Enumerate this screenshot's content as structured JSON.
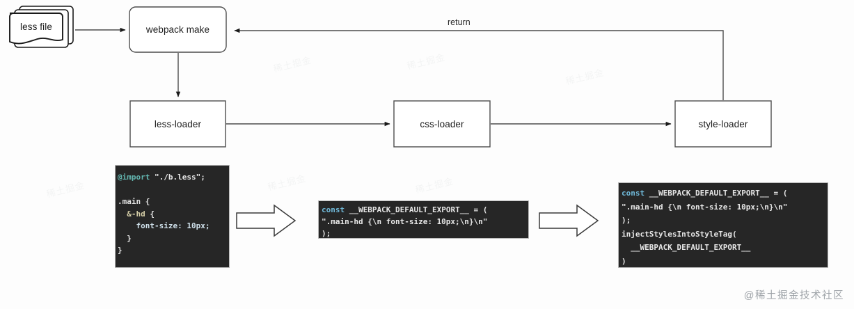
{
  "diagram": {
    "title": "webpack less loader chain",
    "background_color": "#fdfdfd",
    "stroke_color": "#4d4d4d",
    "nodes": [
      {
        "id": "less-file",
        "label": "less file",
        "shape": "multi-document"
      },
      {
        "id": "webpack-make",
        "label": "webpack make",
        "shape": "rounded-rect"
      },
      {
        "id": "less-loader",
        "label": "less-loader",
        "shape": "rect"
      },
      {
        "id": "css-loader",
        "label": "css-loader",
        "shape": "rect"
      },
      {
        "id": "style-loader",
        "label": "style-loader",
        "shape": "rect"
      }
    ],
    "edges": [
      {
        "from": "less-file",
        "to": "webpack-make",
        "label": ""
      },
      {
        "from": "webpack-make",
        "to": "less-loader",
        "label": ""
      },
      {
        "from": "less-loader",
        "to": "css-loader",
        "label": ""
      },
      {
        "from": "css-loader",
        "to": "style-loader",
        "label": ""
      },
      {
        "from": "style-loader",
        "to": "webpack-make",
        "label": "return"
      }
    ],
    "edge_labels": {
      "return": "return"
    },
    "block_arrows": [
      {
        "id": "arrow-less-to-css",
        "direction": "right"
      },
      {
        "id": "arrow-css-to-style",
        "direction": "right"
      }
    ]
  },
  "code_blocks": {
    "less_source": {
      "name": "less-source",
      "background": "#262626",
      "lines": [
        "@import \"./b.less\";",
        "",
        ".main {",
        "  &-hd {",
        "    font-size: 10px;",
        "  }",
        "}"
      ]
    },
    "css_loader_output": {
      "name": "css-loader-output",
      "background": "#262626",
      "lines": [
        "const __WEBPACK_DEFAULT_EXPORT__ = (",
        "\".main-hd {\\n font-size: 10px;\\n}\\n\"",
        ");"
      ]
    },
    "style_loader_output": {
      "name": "style-loader-output",
      "background": "#262626",
      "lines": [
        "const __WEBPACK_DEFAULT_EXPORT__ = (",
        "\".main-hd {\\n font-size: 10px;\\n}\\n\"",
        ");",
        "injectStylesIntoStyleTag(",
        "  __WEBPACK_DEFAULT_EXPORT__",
        ")"
      ]
    }
  },
  "watermarks": {
    "corner": "@稀土掘金技术社区",
    "background": [
      "稀土掘金",
      "稀土掘金",
      "稀土掘金",
      "稀土掘金",
      "稀土掘金",
      "稀土掘金"
    ]
  }
}
